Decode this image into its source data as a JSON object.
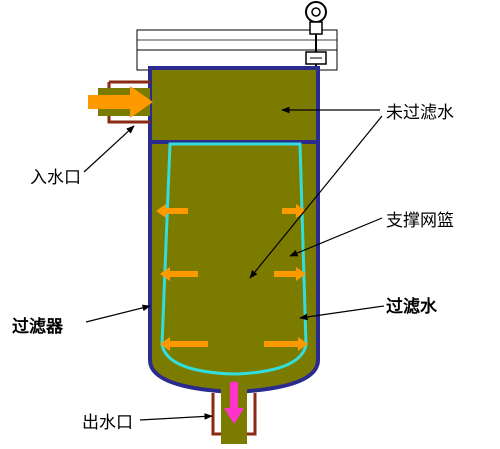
{
  "diagram": {
    "labels": {
      "unfiltered_water": "未过滤水",
      "inlet": "入水口",
      "support_basket": "支撑网篮",
      "filter": "过滤器",
      "filtered_water": "过滤水",
      "outlet": "出水口"
    },
    "colors": {
      "liquid": "#7b7b00",
      "housing_outline": "#2b2b8f",
      "basket": "#33dddd",
      "flow_arrow": "#ff9900",
      "outlet_arrow": "#ff33cc",
      "pipe_outline": "#8b2a10",
      "leader_line": "#000000",
      "lid": "#ffffff"
    },
    "icons": {
      "lid_bolt": "eyebolt-icon",
      "inlet_flow": "arrow-right-icon",
      "outlet_flow": "arrow-down-icon"
    }
  }
}
